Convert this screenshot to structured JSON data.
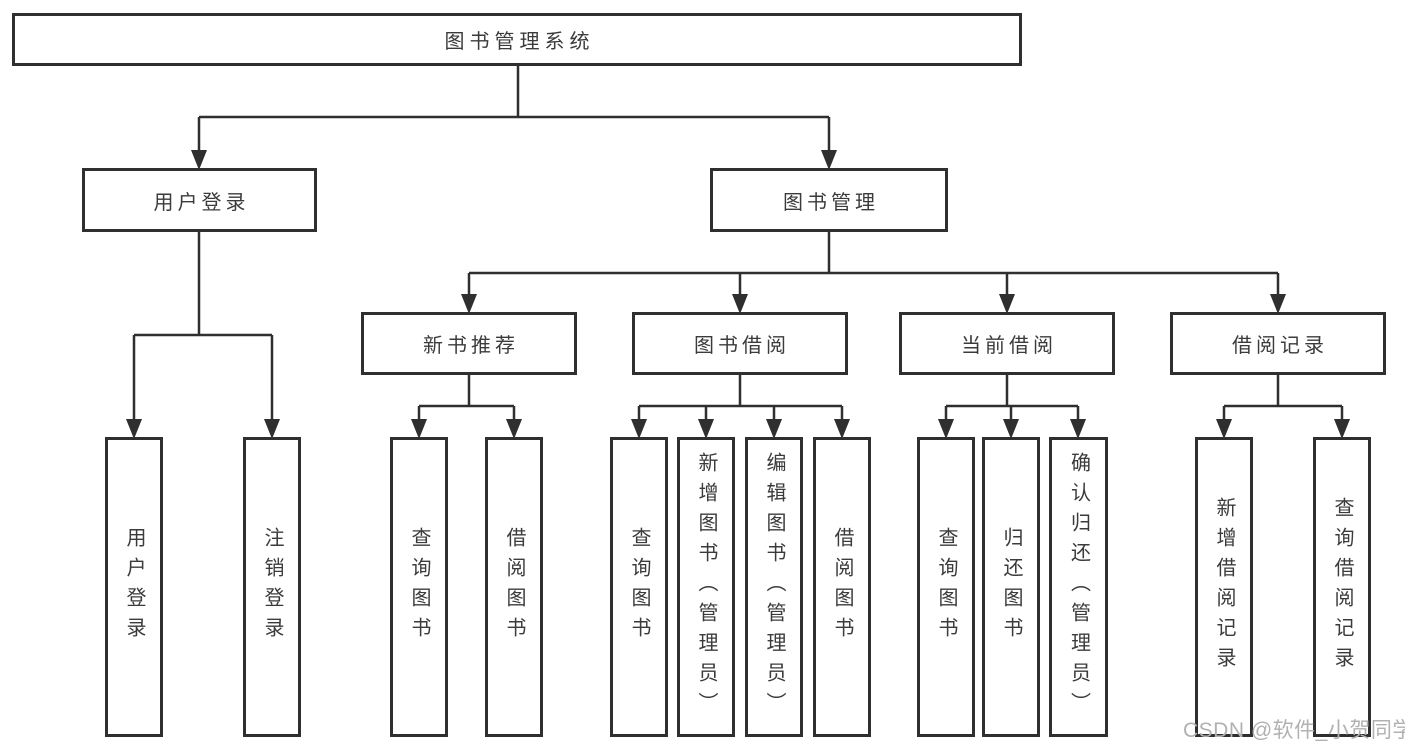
{
  "diagram": {
    "root": {
      "label": "图书管理系统"
    },
    "level2": [
      {
        "label": "用户登录"
      },
      {
        "label": "图书管理"
      }
    ],
    "level3": [
      {
        "label": "新书推荐"
      },
      {
        "label": "图书借阅"
      },
      {
        "label": "当前借阅"
      },
      {
        "label": "借阅记录"
      }
    ],
    "leaves": [
      {
        "label": "用户登录"
      },
      {
        "label": "注销登录"
      },
      {
        "label": "查询图书"
      },
      {
        "label": "借阅图书"
      },
      {
        "label": "查询图书"
      },
      {
        "label": "新增图书（管理员）"
      },
      {
        "label": "编辑图书（管理员）"
      },
      {
        "label": "借阅图书"
      },
      {
        "label": "查询图书"
      },
      {
        "label": "归还图书"
      },
      {
        "label": "确认归还（管理员）"
      },
      {
        "label": "新增借阅记录"
      },
      {
        "label": "查询借阅记录"
      }
    ]
  },
  "watermark": {
    "text": "CSDN @软件_小贺同学"
  },
  "colors": {
    "line": "#2f2f2f",
    "box_border": "#2f2f2f",
    "box_text": "#3b3b3b",
    "watermark_text": "#b1b1b1",
    "background": "#ffffff"
  }
}
